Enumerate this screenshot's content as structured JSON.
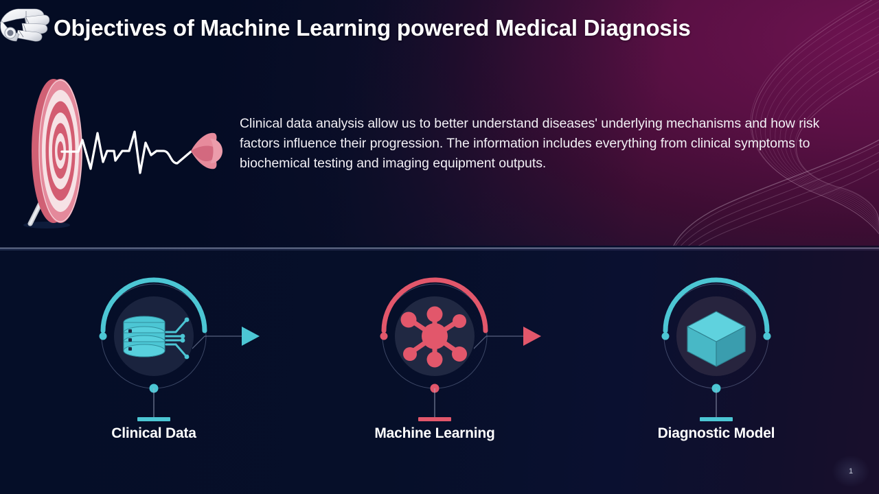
{
  "slide": {
    "title": "Objectives of Machine Learning powered Medical Diagnosis",
    "body_paragraph": "Clinical data analysis allow us to better understand diseases' underlying mechanisms and how risk factors influence their progression. The information includes everything from clinical symptoms to biochemical testing and imaging equipment outputs.",
    "page_number": "1"
  },
  "steps": [
    {
      "label": "Clinical Data",
      "icon": "database-icon",
      "accent": "#4cc6d4"
    },
    {
      "label": "Machine Learning",
      "icon": "network-nodes-icon",
      "accent": "#e2576b"
    },
    {
      "label": "Diagnostic Model",
      "icon": "cube-icon",
      "accent": "#4cc6d4"
    }
  ],
  "connectors": [
    {
      "name": "arrow-clinical-to-ml",
      "color": "#4cc6d4"
    },
    {
      "name": "arrow-ml-to-model",
      "color": "#e2576b"
    }
  ],
  "decor": {
    "target_illustration": "dartboard-target-with-ecg-dart",
    "robot_hand": "robot-hand-image",
    "background_swirl": "curved-ribbon-lines"
  },
  "colors": {
    "teal": "#4cc6d4",
    "pink": "#e2576b",
    "navy": "#050e28",
    "magenta": "#6d1350",
    "text": "#f2f0f5"
  }
}
